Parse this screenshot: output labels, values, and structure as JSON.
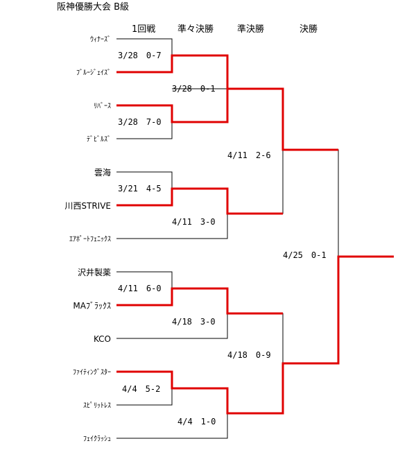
{
  "title": "阪神優勝大会 B級",
  "rounds": [
    "1回戦",
    "準々決勝",
    "準決勝",
    "決勝"
  ],
  "colors": {
    "line": "#000000",
    "winner": "#e00000",
    "background": "#ffffff"
  },
  "teams": [
    "ｳｨﾅｰｽﾞ",
    "ﾌﾞﾙｰｼﾞｪｲｽﾞ",
    "ﾘﾊﾞｰｽ",
    "ﾃﾞﾋﾞﾙｽﾞ",
    "雲海",
    "川西STRIVE",
    "ｴｱﾎﾟｰﾄﾌｪﾆｯｸｽ",
    "沢井製薬",
    "MAﾌﾞﾗｯｸｽ",
    "KCO",
    "ﾌｧｲﾃｨﾝｸﾞｽﾀｰ",
    "ｽﾋﾟﾘｯﾄﾚｽ",
    "ﾌｪｲｸﾗｯｼｭ"
  ],
  "results": {
    "r1_m1": "3/28　0-7",
    "r1_m2": "3/28　7-0",
    "r1_m3": "3/21　4-5",
    "r1_m4": "4/11　6-0",
    "r1_m5": "4/4　5-2",
    "qf_m1": "3/28　0-1",
    "qf_m2": "4/11　3-0",
    "qf_m3": "4/18　3-0",
    "qf_m4": "4/4　1-0",
    "sf_m1": "4/11　2-6",
    "sf_m2": "4/18　0-9",
    "final": "4/25　0-1"
  }
}
